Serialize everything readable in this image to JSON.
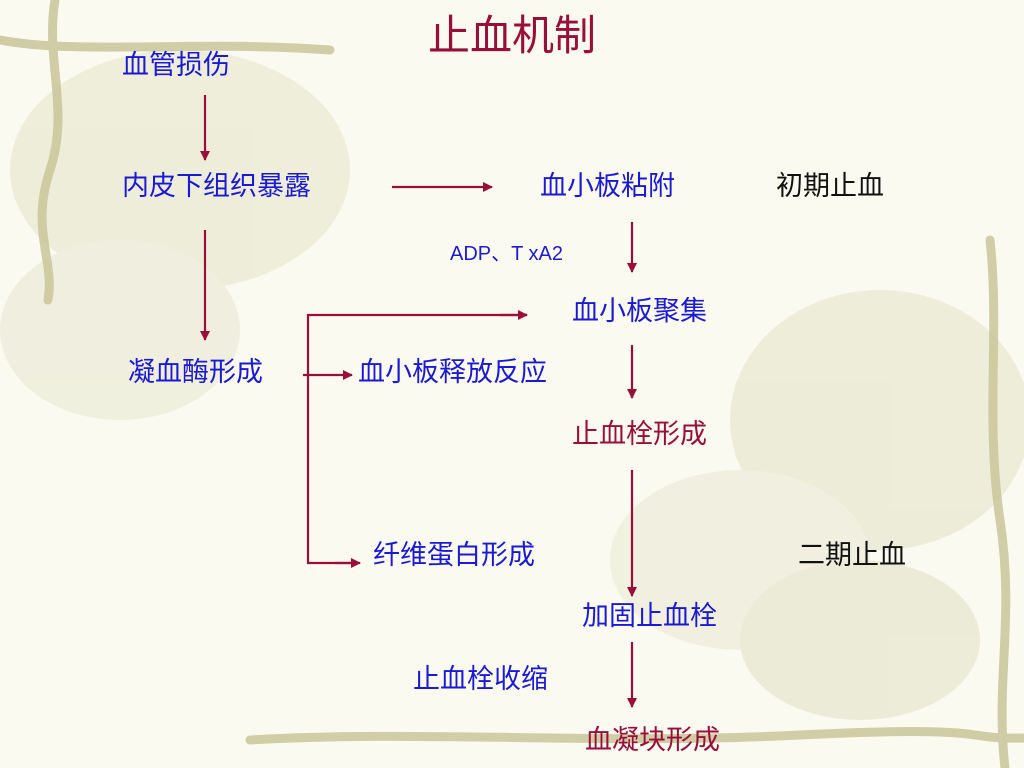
{
  "title": "止血机制",
  "colors": {
    "arrow": "#9a0f3a",
    "label_blue": "#1a1ad6",
    "label_red": "#9a0f3a",
    "label_black": "#111111"
  },
  "nodes": {
    "vessel_injury": "血管损伤",
    "subendothelial_exposure": "内皮下组织暴露",
    "platelet_adhesion": "血小板粘附",
    "primary_hemostasis": "初期止血",
    "mediators": "ADP、T xA2",
    "platelet_aggregation": "血小板聚集",
    "thrombin_formation": "凝血酶形成",
    "platelet_release": "血小板释放反应",
    "plug_formation": "止血栓形成",
    "fibrin_formation": "纤维蛋白形成",
    "secondary_hemostasis": "二期止血",
    "plug_reinforce": "加固止血栓",
    "plug_retraction": "止血栓收缩",
    "clot_formation": "血凝块形成"
  }
}
